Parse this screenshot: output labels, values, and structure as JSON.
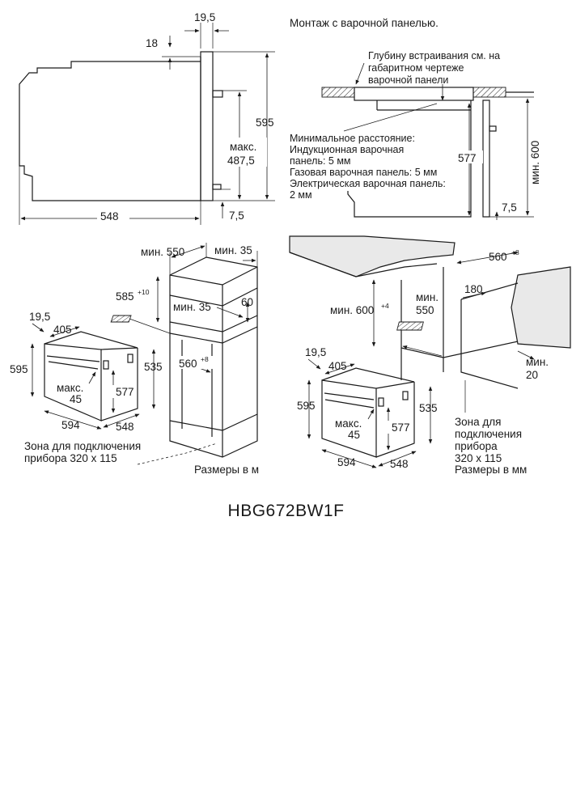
{
  "model": "HBG672BW1F",
  "side_view": {
    "top_gap": "18",
    "front_thickness": "19,5",
    "height": "595",
    "max_depth_label": "макс.",
    "max_depth_value": "487,5",
    "depth": "548",
    "bottom_offset": "7,5"
  },
  "hob_section": {
    "title": "Монтаж с варочной панелью.",
    "note_depth": [
      "Глубину встраивания см. на",
      "габаритном чертеже",
      "варочной панели"
    ],
    "note_min_distance": [
      "Минимальное расстояние:",
      "Индукционная варочная",
      "панель: 5 мм",
      "Газовая варочная панель: 5 мм",
      "Электрическая варочная панель:",
      "2 мм"
    ],
    "height": "577",
    "min_height": "мин. 600",
    "bottom_offset": "7,5"
  },
  "tall_unit": {
    "min_width": "мин. 550",
    "min_depth": "мин. 35",
    "niche_height": "585",
    "niche_height_tol": "+10",
    "min_gap": "мин. 35",
    "vent": "60",
    "niche_inner_width": "560",
    "niche_inner_width_tol": "+8",
    "oven_front_thickness": "19,5",
    "oven_inner_depth": "405",
    "oven_height": "595",
    "oven_inner_height": "577",
    "oven_recess": "535",
    "oven_max_label": "макс.",
    "oven_max_value": "45",
    "oven_width": "594",
    "oven_depth": "548",
    "connection_zone": [
      "Зона для подключения",
      "прибора 320 x 115"
    ],
    "units": "Размеры в м"
  },
  "under_counter": {
    "niche_width": "560",
    "niche_width_tol": "+8",
    "min_height": "мин. 600",
    "min_height_tol": "+4",
    "min_depth": "мин.",
    "min_depth_value": "550",
    "back_gap": "180",
    "min_rear": "мин.",
    "min_rear_value": "20",
    "oven_front_thickness": "19,5",
    "oven_inner_depth": "405",
    "oven_height": "595",
    "oven_inner_height": "577",
    "oven_recess": "535",
    "oven_max_label": "макс.",
    "oven_max_value": "45",
    "oven_width": "594",
    "oven_depth": "548",
    "connection_zone": [
      "Зона для",
      "подключения",
      "прибора",
      "320 x 115"
    ],
    "units": "Размеры в мм"
  }
}
